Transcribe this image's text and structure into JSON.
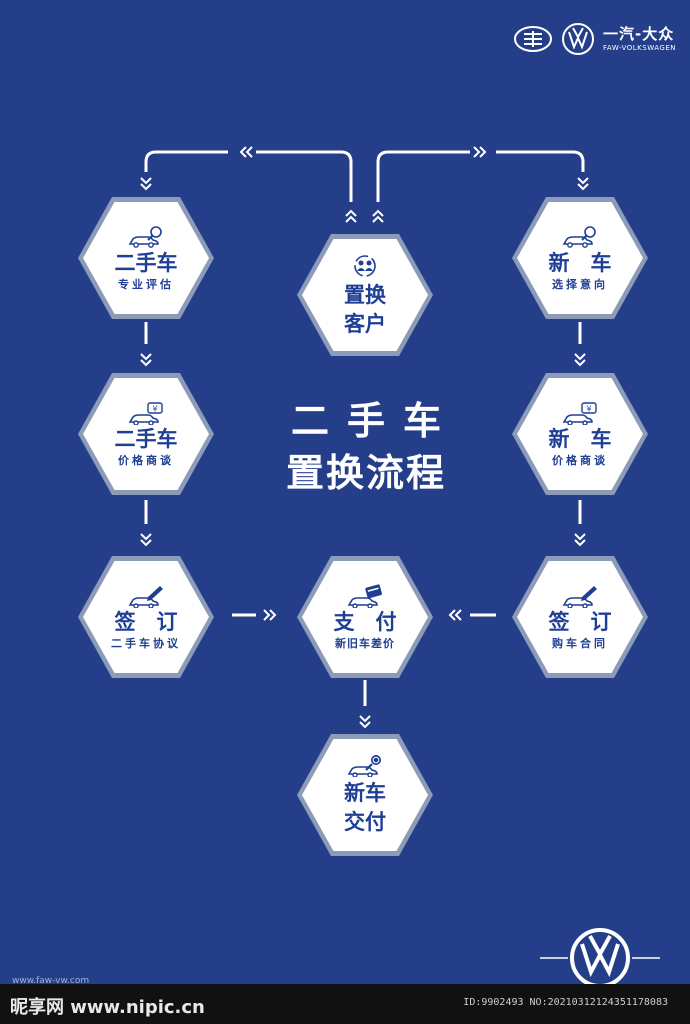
{
  "brand": {
    "name_cn": "一汽-大众",
    "name_en": "FAW-VOLKSWAGEN",
    "faw_logo": "faw-logo",
    "vw_logo": "vw-logo"
  },
  "title": {
    "line1": "二手车",
    "line2": "置换流程"
  },
  "nodes": {
    "used_eval": {
      "title": "二手车",
      "subtitle": "专业评估",
      "icon": "car-magnifier-icon"
    },
    "customer": {
      "line1": "置换",
      "line2": "客户",
      "icon": "people-cycle-icon"
    },
    "new_select": {
      "title": "新　车",
      "subtitle": "选择意向",
      "icon": "car-magnifier-icon"
    },
    "used_price": {
      "title": "二手车",
      "subtitle": "价格商谈",
      "icon": "car-yen-icon"
    },
    "new_price": {
      "title": "新　车",
      "subtitle": "价格商谈",
      "icon": "car-yen-icon"
    },
    "used_sign": {
      "title": "签　订",
      "subtitle": "二手车协议",
      "icon": "car-pen-icon"
    },
    "payment": {
      "title": "支　付",
      "subtitle": "新旧车差价",
      "icon": "car-card-icon"
    },
    "new_sign": {
      "title": "签　订",
      "subtitle": "购车合同",
      "icon": "car-pen-icon"
    },
    "delivery": {
      "line1": "新车",
      "line2": "交付",
      "icon": "car-key-icon"
    }
  },
  "website": "www.faw-vw.com",
  "watermark": {
    "site": "昵享网 www.nipic.cn",
    "id_text": "ID:9902493 NO:20210312124351178083"
  },
  "colors": {
    "background": "#253e8a",
    "hex_fill": "#ffffff",
    "hex_border": "#8c9bb8",
    "node_text": "#1f3f95",
    "connector": "#ffffff"
  }
}
